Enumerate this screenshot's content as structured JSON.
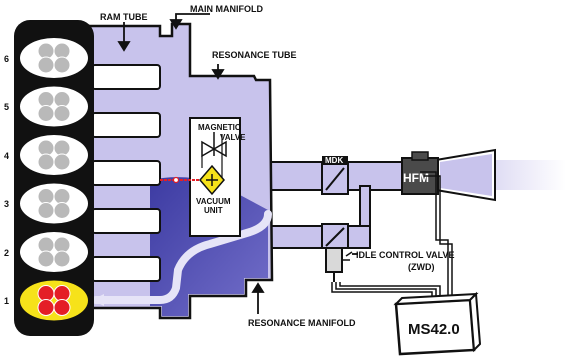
{
  "labels": {
    "ram_tube": "RAM TUBE",
    "main_manifold": "MAIN MANIFOLD",
    "resonance_tube": "RESONANCE TUBE",
    "magnetic_valve_line1": "MAGNETIC",
    "magnetic_valve_line2": "VALVE",
    "vacuum_unit_line1": "VACUUM",
    "vacuum_unit_line2": "UNIT",
    "mdk": "MDK",
    "hfm": "HFM",
    "idle_control_valve_line1": "IDLE CONTROL VALVE",
    "idle_control_valve_line2": "(ZWD)",
    "resonance_manifold": "RESONANCE MANIFOLD",
    "ecu": "MS42.0"
  },
  "cylinders": [
    {
      "number": "6",
      "active": false
    },
    {
      "number": "5",
      "active": false
    },
    {
      "number": "4",
      "active": false
    },
    {
      "number": "3",
      "active": false
    },
    {
      "number": "2",
      "active": false
    },
    {
      "number": "1",
      "active": true
    }
  ],
  "colors": {
    "manifold_fill": "#c8c3ec",
    "manifold_dark": "#3b3aa6",
    "outline": "#111111",
    "cylinder_head": "#111111",
    "cylinder_active": "#f6e21a",
    "valve_active": "#e41e26",
    "valve_inactive": "#b9b9b9",
    "vacuum_unit": "#f6e21a"
  }
}
